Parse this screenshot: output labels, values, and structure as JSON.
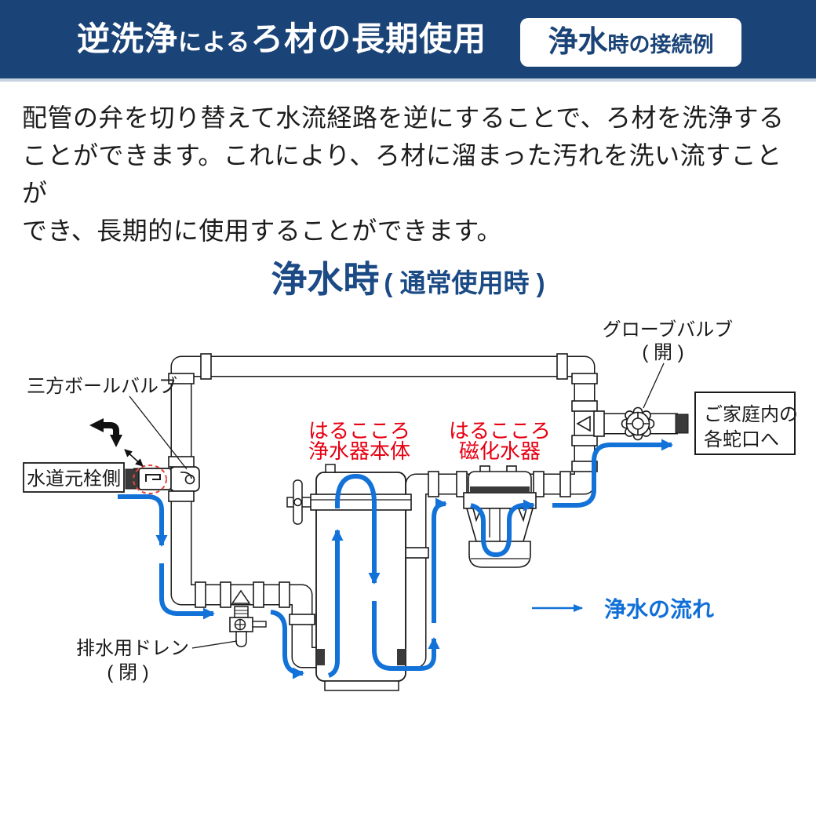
{
  "colors": {
    "header_bg": "#1a4377",
    "title_navy": "#1b4a85",
    "flow_blue": "#1272d8",
    "label_red": "#e60012"
  },
  "header": {
    "title_part1": "逆洗浄",
    "title_part2": "による",
    "title_part3": "ろ材の長期使用",
    "badge_big": "浄水",
    "badge_small": "時の接続例"
  },
  "intro": {
    "text": "配管の弁を切り替えて水流経路を逆にすることで、ろ材を洗浄する\nことができます。これにより、ろ材に溜まった汚れを洗い流すことが\nでき、長期的に使用することができます。"
  },
  "section": {
    "title_main": "浄水時",
    "title_sub": "( 通常使用時 )"
  },
  "diagram": {
    "labels": {
      "three_way_valve": "三方ボールバルブ",
      "globe_valve_name": "グローブバルブ",
      "globe_valve_state": "( 開 )",
      "water_main": "水道元栓側",
      "household_line1": "ご家庭内の",
      "household_line2": "各蛇口へ",
      "purifier_line1": "はるこころ",
      "purifier_line2": "浄水器本体",
      "magnetizer_line1": "はるこころ",
      "magnetizer_line2": "磁化水器",
      "drain_name": "排水用ドレン",
      "drain_state": "( 閉 )",
      "flow_legend": "浄水の流れ"
    }
  }
}
